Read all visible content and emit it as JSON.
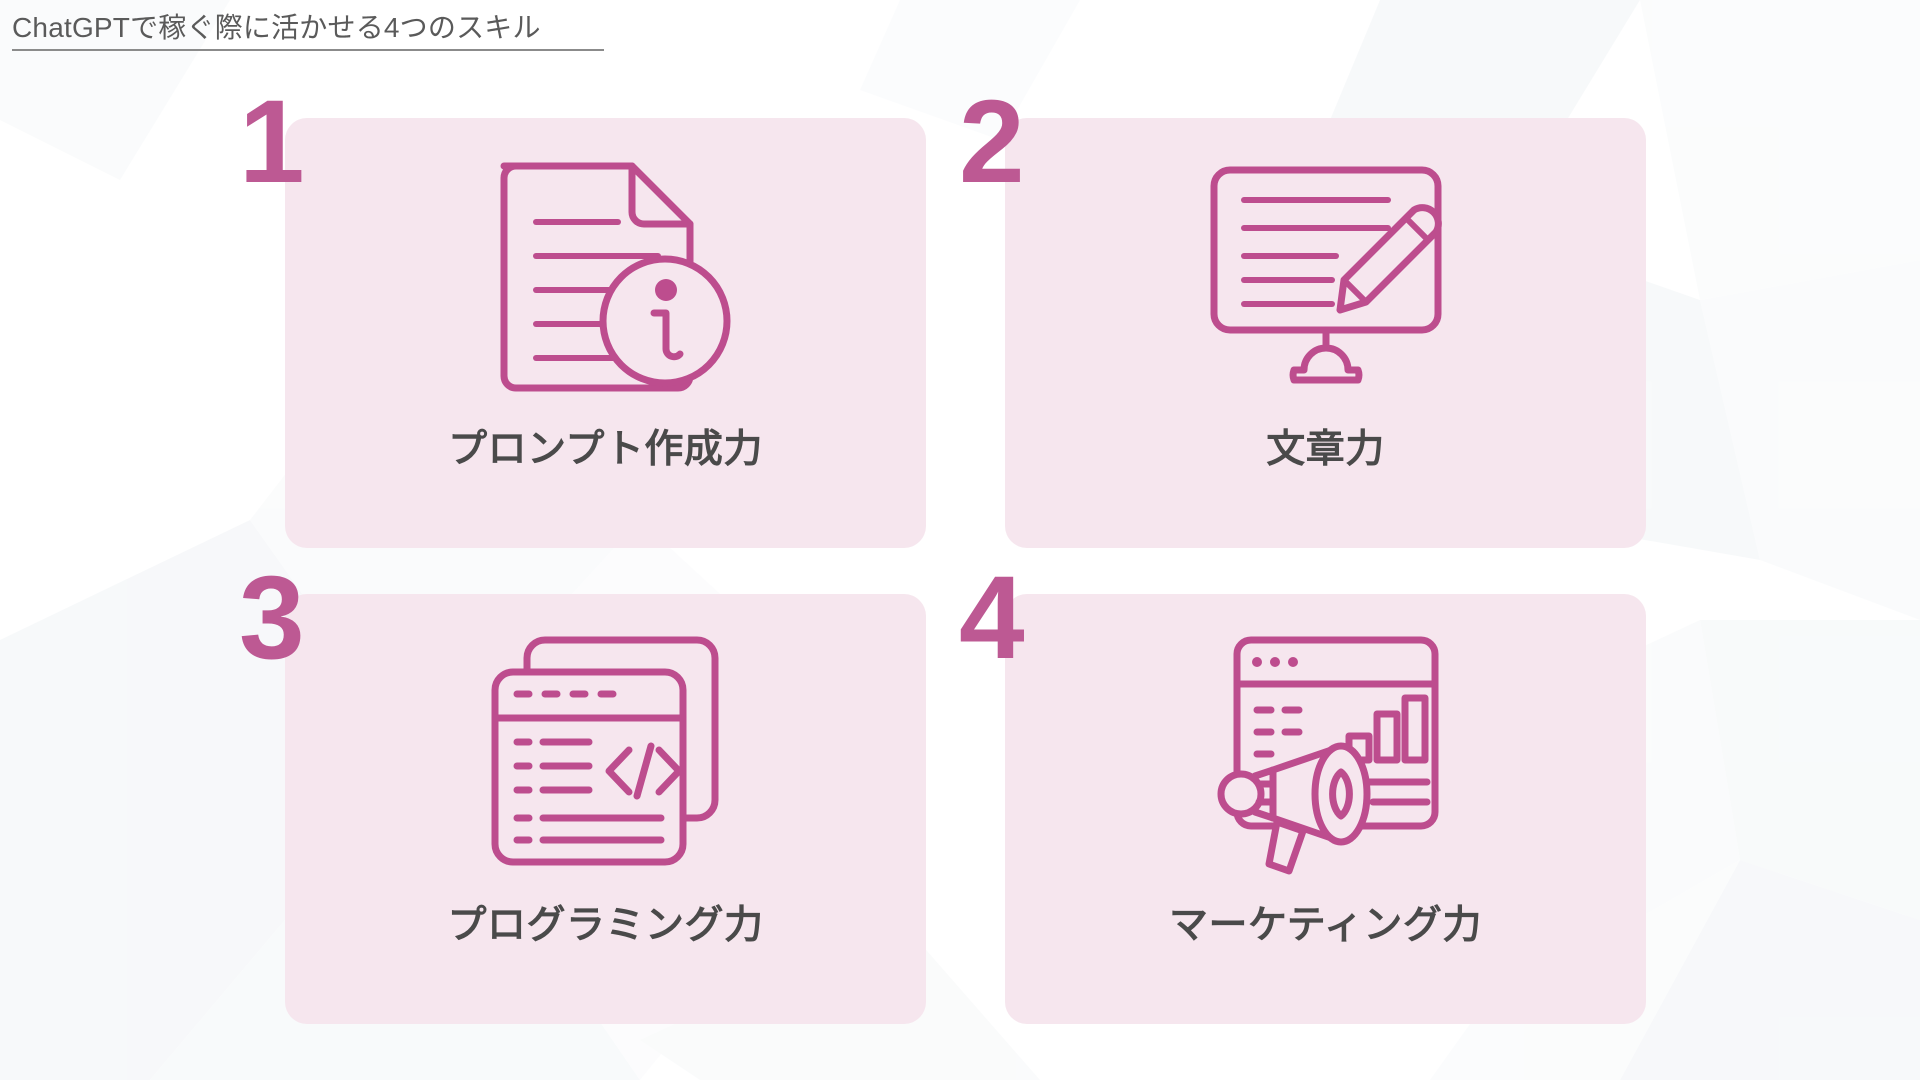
{
  "slide": {
    "title": "ChatGPTで稼ぐ際に活かせる4つのスキル",
    "background_color": "#ffffff",
    "accent_color": "#bd4d8e",
    "number_color": "#bd5993",
    "card_background": "#f6e6ee",
    "label_color": "#4a4a4a",
    "title_color": "#5a5a5a",
    "rule_color": "#8b8b8b"
  },
  "cards": [
    {
      "number": "1",
      "label": "プロンプト作成力",
      "icon": "document-info-icon"
    },
    {
      "number": "2",
      "label": "文章力",
      "icon": "monitor-pencil-icon"
    },
    {
      "number": "3",
      "label": "プログラミング力",
      "icon": "code-windows-icon"
    },
    {
      "number": "4",
      "label": "マーケティング力",
      "icon": "megaphone-dashboard-icon"
    }
  ]
}
